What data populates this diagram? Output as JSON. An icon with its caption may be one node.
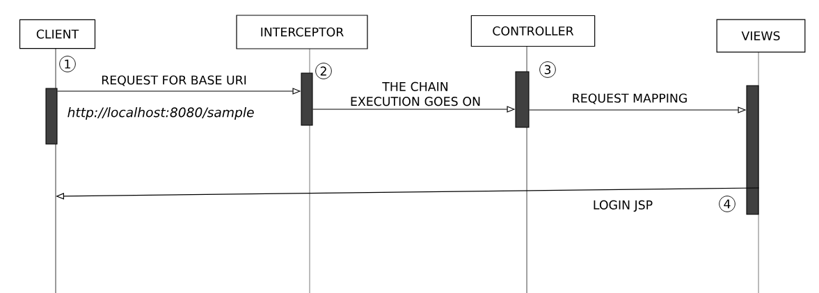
{
  "diagram": {
    "nodes": [
      {
        "text": [
          "CLIENT"
        ]
      },
      {
        "text": [
          "INTERCEPTOR"
        ]
      },
      {
        "text": [
          "CONTROLLER"
        ]
      },
      {
        "text": [
          "VIEWS"
        ]
      },
      {
        "text": [],
        "shape": "bar"
      },
      {
        "text": [],
        "shape": "bar"
      },
      {
        "text": [],
        "shape": "bar"
      },
      {
        "text": [],
        "shape": "bar"
      }
    ],
    "edges": [
      {
        "from": 4,
        "to": 5,
        "arrow": "to",
        "label": "REQUEST FOR BASE URI"
      },
      {
        "from": 5,
        "to": 6,
        "arrow": "to",
        "label": "THE CHAIN EXECUTION GOES ON"
      },
      {
        "from": 6,
        "to": 7,
        "arrow": "to",
        "label": "REQUEST MAPPING"
      },
      {
        "from": 7,
        "to": null,
        "arrow": "to",
        "label": "LOGIN JSP"
      }
    ],
    "labels": [
      "1",
      "http://localhost:8080/sample",
      "2",
      "3",
      "4"
    ]
  }
}
